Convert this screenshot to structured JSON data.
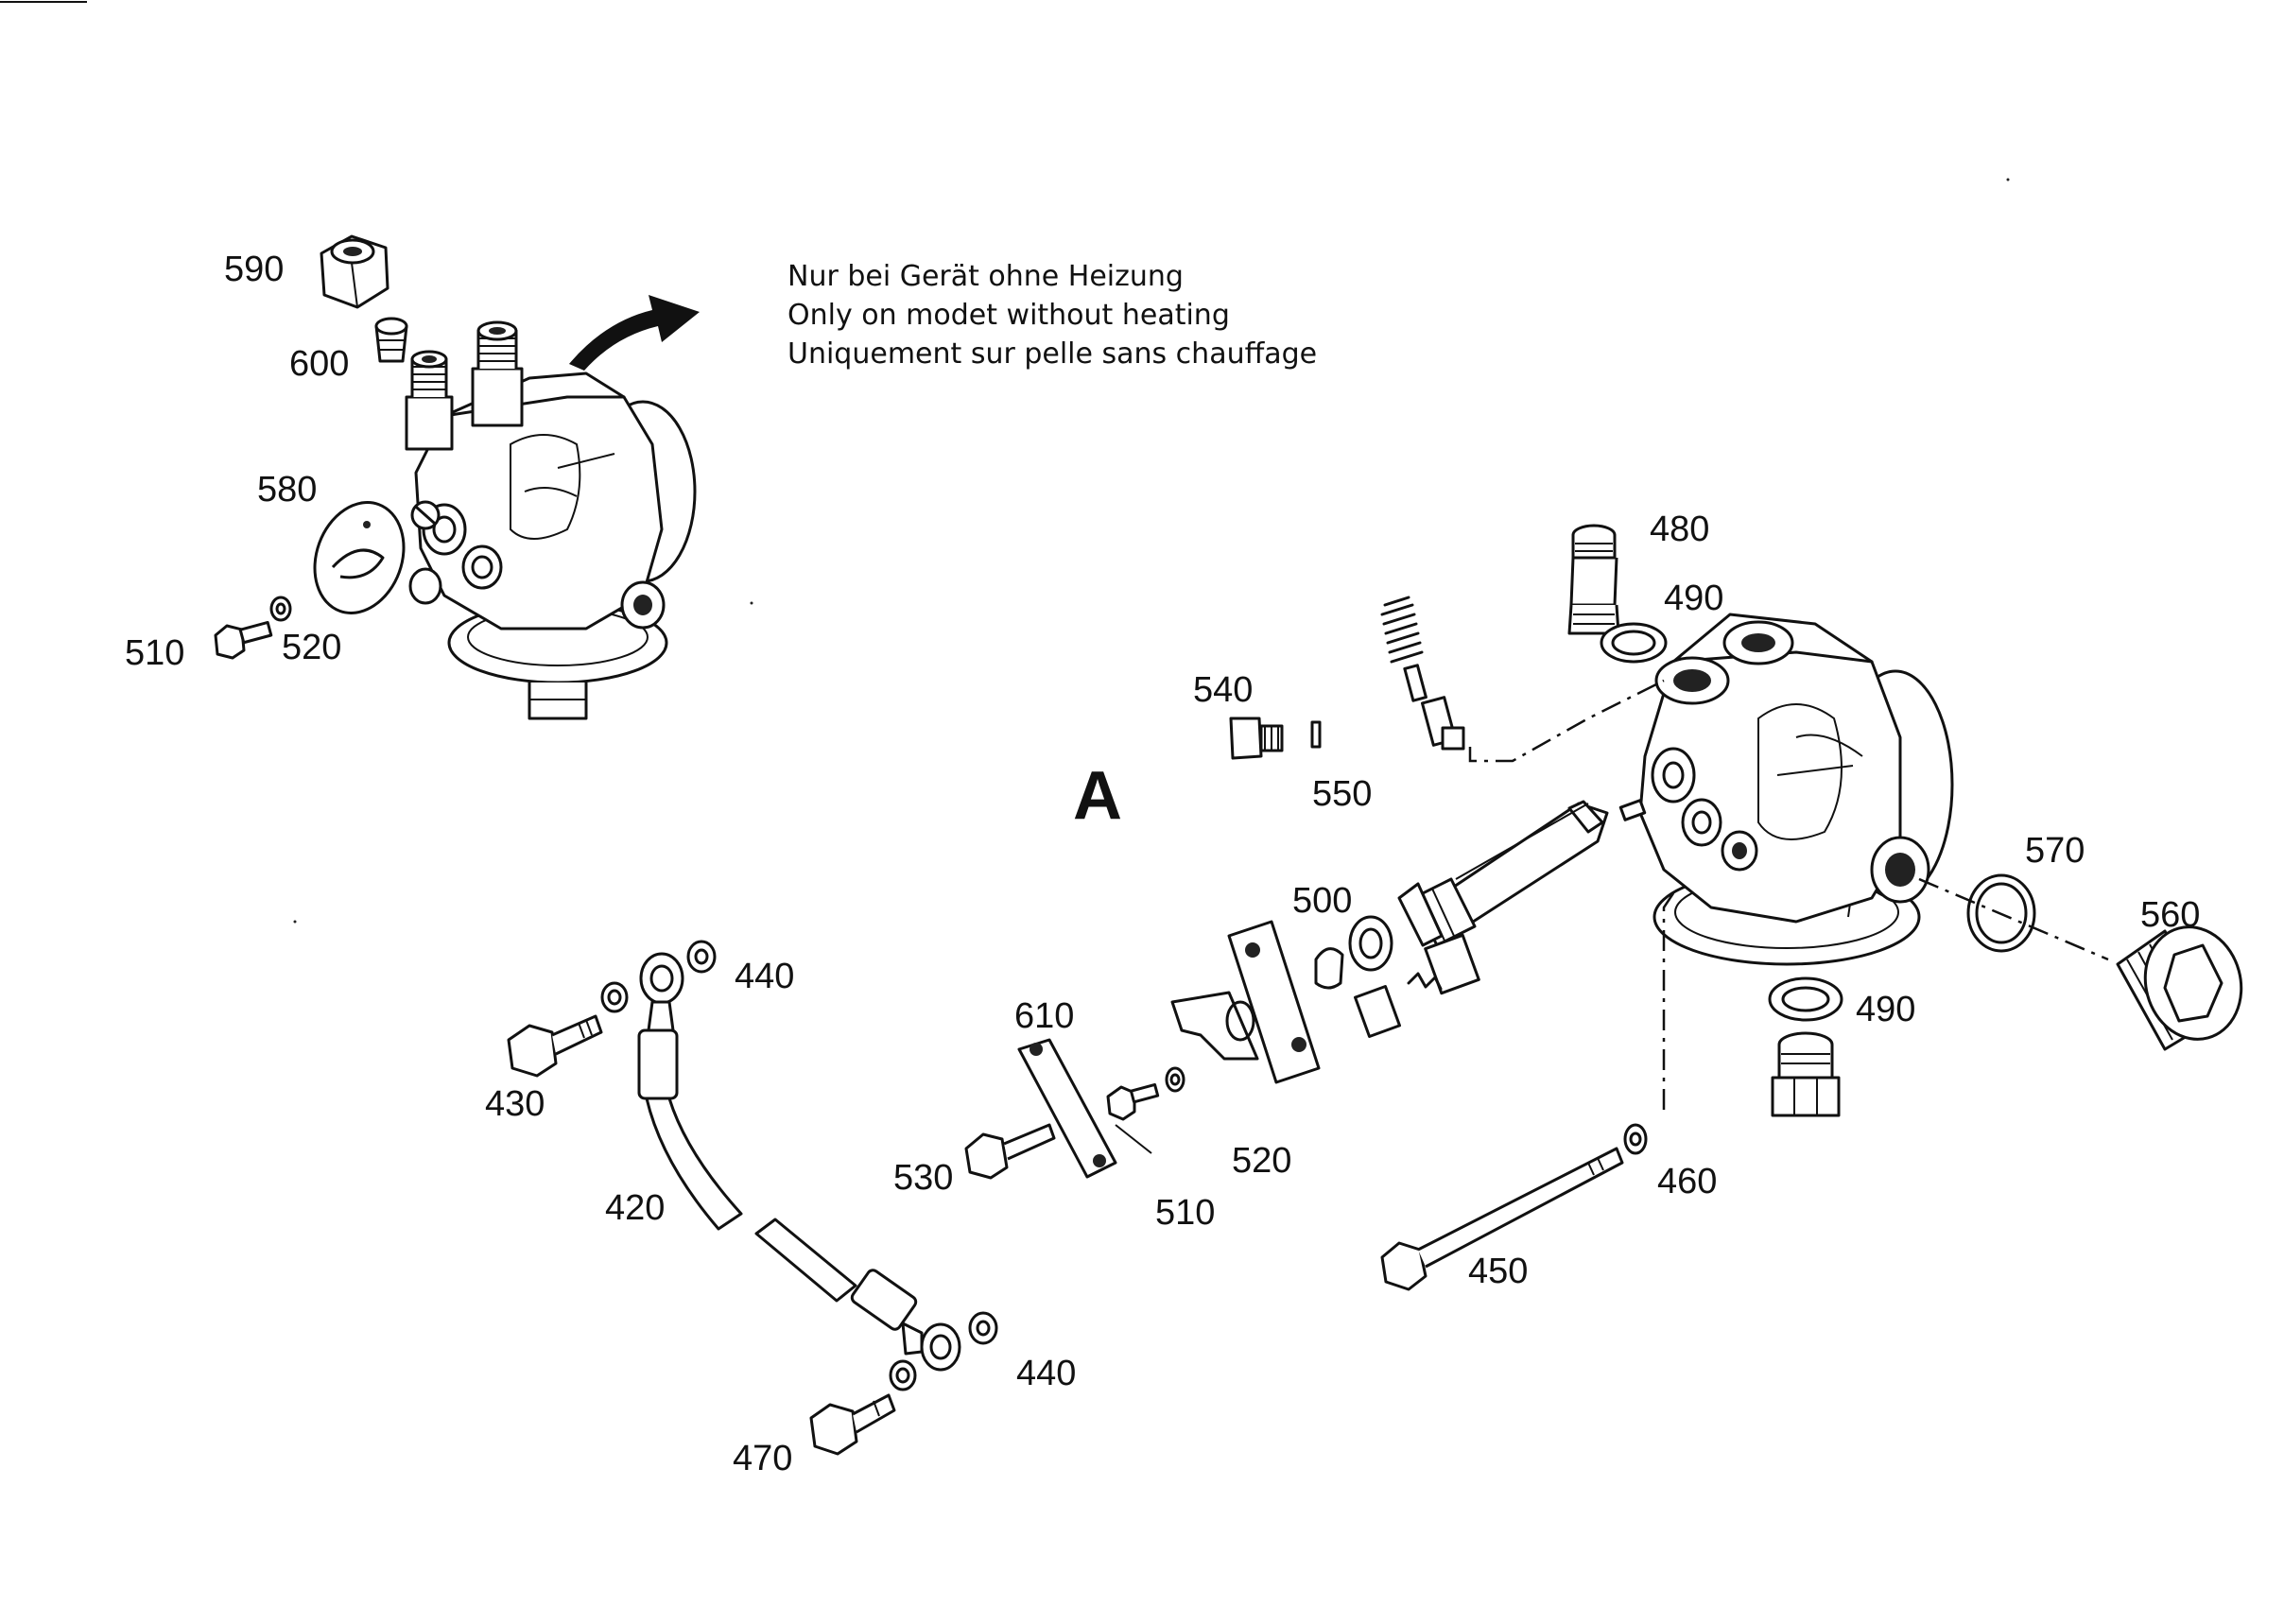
{
  "diagram": {
    "section_label": "A",
    "note_lines": [
      "Nur bei Gerät ohne Heizung",
      "Only on modet without heating",
      "Uniquement sur pelle sans chauffage"
    ],
    "part_numbers": {
      "p590": "590",
      "p600": "600",
      "p580": "580",
      "p510_top": "510",
      "p520_top": "520",
      "p480": "480",
      "p490_top": "490",
      "p540": "540",
      "p550": "550",
      "p570": "570",
      "p560": "560",
      "p500": "500",
      "p490_bottom": "490",
      "p610": "610",
      "p440_top": "440",
      "p430": "430",
      "p420": "420",
      "p530": "530",
      "p520_bottom": "520",
      "p510_bottom": "510",
      "p460": "460",
      "p450": "450",
      "p440_bottom": "440",
      "p470": "470"
    }
  }
}
